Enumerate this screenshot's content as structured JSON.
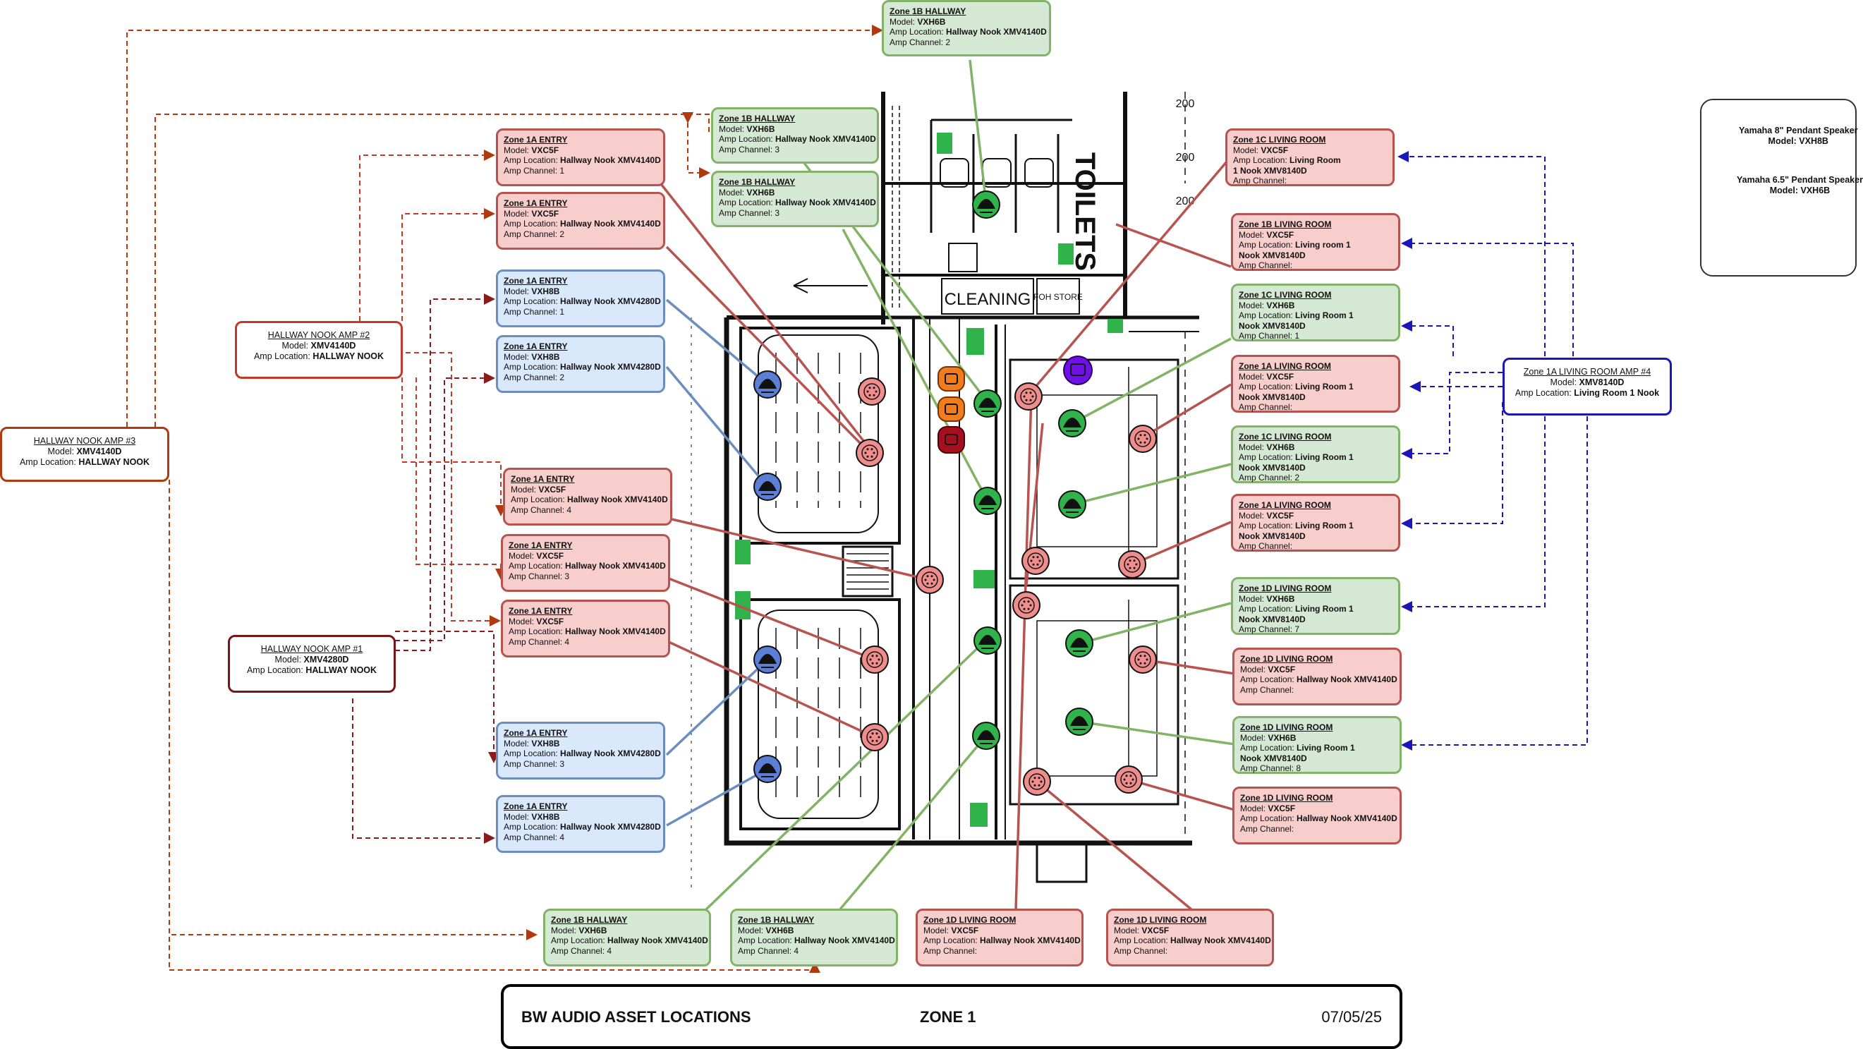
{
  "diagram": {
    "title": "BW AUDIO ASSET LOCATIONS",
    "zone": "ZONE 1",
    "date": "07/05/25"
  },
  "colors": {
    "vxc5f_fill": "#f8cecc",
    "vxc5f_border": "#b85450",
    "vxh6b_fill": "#d5e8d4",
    "vxh6b_border": "#82b366",
    "vxh8b_fill": "#dae8fc",
    "vxh8b_border": "#6c8ebf",
    "amp1": "#7b1418",
    "amp2": "#c0392b",
    "amp3": "#b03a10",
    "amp4": "#1a16b8"
  },
  "legend": {
    "items": [
      {
        "icon": "pendant-speaker-8in-icon",
        "label": "Yamaha 8\" Pendant Speaker",
        "model": "Model: VXH8B"
      },
      {
        "icon": "pendant-speaker-6in-icon",
        "label": "Yamaha 6.5\" Pendant Speaker",
        "model": "Model: VXH6B"
      },
      {
        "icon": "ceiling-speaker-icon",
        "label": "",
        "model": ""
      }
    ]
  },
  "floorplan": {
    "room_labels": [
      "TOILETS",
      "CLEANING",
      "FOH STORE",
      "200",
      "200",
      "200"
    ]
  },
  "amps": [
    {
      "title": "HALLWAY NOOK AMP #1",
      "model": "XMV4280D",
      "location": "HALLWAY NOOK"
    },
    {
      "title": "HALLWAY NOOK AMP #2",
      "model": "XMV4140D",
      "location": "HALLWAY NOOK"
    },
    {
      "title": "HALLWAY NOOK AMP #3",
      "model": "XMV4140D",
      "location": "HALLWAY NOOK"
    },
    {
      "title": "Zone 1A LIVING ROOM AMP #4",
      "model": "XMV8140D",
      "location": "Living Room 1 Nook"
    }
  ],
  "labels": {
    "model_prefix": "Model: ",
    "amp_location_prefix": "Amp Location: ",
    "amp_channel_prefix": "Amp Channel: "
  },
  "speaker_boxes": [
    {
      "title": "Zone 1B HALLWAY",
      "model": "VXH6B",
      "location": "Hallway Nook XMV4140D",
      "channel": "2"
    },
    {
      "title": "Zone 1B HALLWAY",
      "model": "VXH6B",
      "location": "Hallway Nook XMV4140D",
      "channel": "3"
    },
    {
      "title": "Zone 1B HALLWAY",
      "model": "VXH6B",
      "location": "Hallway Nook XMV4140D",
      "channel": "3"
    },
    {
      "title": "Zone 1A ENTRY",
      "model": "VXC5F",
      "location": "Hallway Nook XMV4140D",
      "channel": "1"
    },
    {
      "title": "Zone 1A ENTRY",
      "model": "VXC5F",
      "location": "Hallway Nook XMV4140D",
      "channel": "2"
    },
    {
      "title": "Zone 1A ENTRY",
      "model": "VXH8B",
      "location": "Hallway Nook XMV4280D",
      "channel": "1"
    },
    {
      "title": "Zone 1A ENTRY",
      "model": "VXH8B",
      "location": "Hallway Nook XMV4280D",
      "channel": "2"
    },
    {
      "title": "Zone 1A ENTRY",
      "model": "VXC5F",
      "location": "Hallway Nook XMV4140D",
      "channel": "4"
    },
    {
      "title": "Zone 1A ENTRY",
      "model": "VXC5F",
      "location": "Hallway Nook XMV4140D",
      "channel": "3"
    },
    {
      "title": "Zone 1A ENTRY",
      "model": "VXC5F",
      "location": "Hallway Nook XMV4140D",
      "channel": "4"
    },
    {
      "title": "Zone 1A ENTRY",
      "model": "VXH8B",
      "location": "Hallway Nook XMV4280D",
      "channel": "3"
    },
    {
      "title": "Zone 1A ENTRY",
      "model": "VXH8B",
      "location": "Hallway Nook XMV4280D",
      "channel": "4"
    },
    {
      "title": "Zone 1C LIVING ROOM",
      "model": "VXC5F",
      "location": "Living Room",
      "location2": "1 Nook XMV8140D",
      "channel": ""
    },
    {
      "title": "Zone 1B LIVING ROOM",
      "model": "VXC5F",
      "location": "Living room 1",
      "location2": "Nook XMV8140D",
      "channel": ""
    },
    {
      "title": "Zone 1C LIVING ROOM",
      "model": "VXH6B",
      "location": "Living Room 1",
      "location2": "Nook XMV8140D",
      "channel": "1"
    },
    {
      "title": "Zone 1A LIVING ROOM",
      "model": "VXC5F",
      "location": "Living Room 1",
      "location2": "Nook XMV8140D",
      "channel": ""
    },
    {
      "title": "Zone 1C LIVING ROOM",
      "model": "VXH6B",
      "location": "Living Room 1",
      "location2": "Nook  XMV8140D",
      "channel": "2"
    },
    {
      "title": "Zone 1A LIVING ROOM",
      "model": "VXC5F",
      "location": "Living Room 1",
      "location2": "Nook XMV8140D",
      "channel": ""
    },
    {
      "title": "Zone 1D LIVING ROOM",
      "model": "VXH6B",
      "location": "Living Room 1",
      "location2": "Nook XMV8140D",
      "channel": "7"
    },
    {
      "title": "Zone 1D LIVING ROOM",
      "model": "VXC5F",
      "location": "Hallway Nook XMV4140D",
      "channel": ""
    },
    {
      "title": "Zone 1D LIVING ROOM",
      "model": "VXH6B",
      "location": "Living Room 1",
      "location2": "Nook XMV8140D",
      "channel": "8"
    },
    {
      "title": "Zone 1D LIVING ROOM",
      "model": "VXC5F",
      "location": "Hallway Nook XMV4140D",
      "channel": ""
    },
    {
      "title": "Zone 1B HALLWAY",
      "model": "VXH6B",
      "location": "Hallway Nook XMV4140D",
      "channel": "4"
    },
    {
      "title": "Zone 1B HALLWAY",
      "model": "VXH6B",
      "location": "Hallway Nook XMV4140D",
      "channel": "4"
    },
    {
      "title": "Zone 1D LIVING ROOM",
      "model": "VXC5F",
      "location": "Hallway Nook XMV4140D",
      "channel": ""
    },
    {
      "title": "Zone 1D LIVING ROOM",
      "model": "VXC5F",
      "location": "Hallway Nook XMV4140D",
      "channel": ""
    }
  ]
}
